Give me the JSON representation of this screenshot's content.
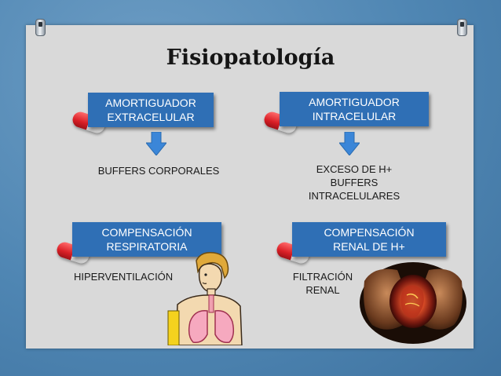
{
  "title": "Fisiopatología",
  "boxes": {
    "extracelular": [
      "AMORTIGUADOR",
      "EXTRACELULAR"
    ],
    "intracelular": [
      "AMORTIGUADOR",
      "INTRACELULAR"
    ],
    "respiratoria": [
      "COMPENSACIÓN",
      "RESPIRATORIA"
    ],
    "renal": [
      "COMPENSACIÓN",
      "RENAL DE H+"
    ]
  },
  "labels": {
    "buffers_corporales": "BUFFERS CORPORALES",
    "exceso": [
      "EXCESO DE H+",
      "BUFFERS",
      "INTRACELULARES"
    ],
    "hiperventilacion": "HIPERVENTILACIÓN",
    "filtracion": [
      "FILTRACIÓN",
      "RENAL"
    ]
  },
  "colors": {
    "background": "#4f86b3",
    "panel": "#d9d9d9",
    "box": "#2f6fb5",
    "arrow": "#3b86d8",
    "pill_red": "#d91f26"
  },
  "icons": [
    "pushpin-icon",
    "capsule-pill-icon",
    "down-arrow-icon",
    "lungs-person-icon",
    "hands-holding-kidney-icon"
  ]
}
